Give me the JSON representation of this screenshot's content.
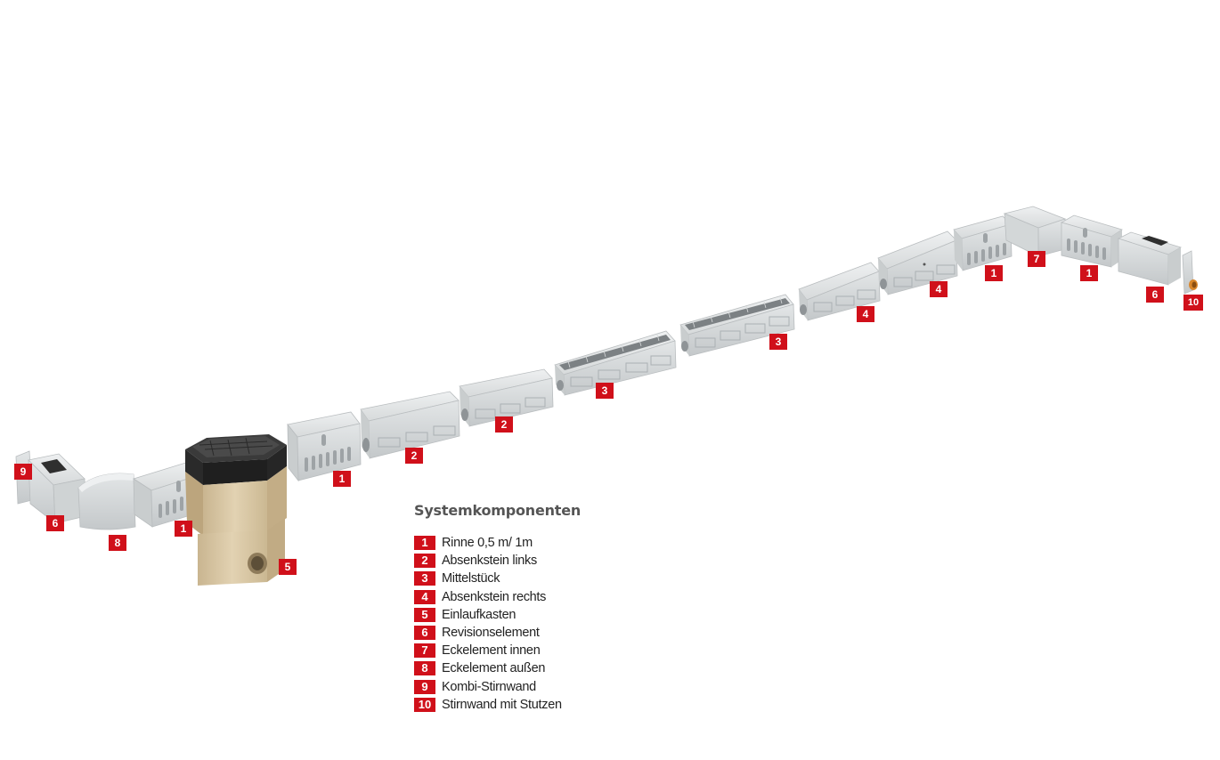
{
  "legend": {
    "title": "Systemkomponenten",
    "items": [
      {
        "num": "1",
        "label": "Rinne 0,5 m/ 1m"
      },
      {
        "num": "2",
        "label": "Absenkstein links"
      },
      {
        "num": "3",
        "label": "Mittelstück"
      },
      {
        "num": "4",
        "label": "Absenkstein rechts"
      },
      {
        "num": "5",
        "label": "Einlaufkasten"
      },
      {
        "num": "6",
        "label": "Revisionselement"
      },
      {
        "num": "7",
        "label": "Eckelement innen"
      },
      {
        "num": "8",
        "label": "Eckelement außen"
      },
      {
        "num": "9",
        "label": "Kombi-Stirnwand"
      },
      {
        "num": "10",
        "label": "Stirnwand mit Stutzen"
      }
    ]
  },
  "callouts": {
    "c9_left": "9",
    "c6_left": "6",
    "c8": "8",
    "c1_a": "1",
    "c5": "5",
    "c1_b": "1",
    "c2_a": "2",
    "c2_b": "2",
    "c3_a": "3",
    "c3_b": "3",
    "c4_a": "4",
    "c4_b": "4",
    "c1_c": "1",
    "c7": "7",
    "c1_d": "1",
    "c6_right": "6",
    "c10": "10"
  },
  "colors": {
    "accent": "#d0101a",
    "concrete": "#d9dcdd",
    "inlet_box": "#d8c6a4",
    "grate": "#2b2b2b"
  }
}
